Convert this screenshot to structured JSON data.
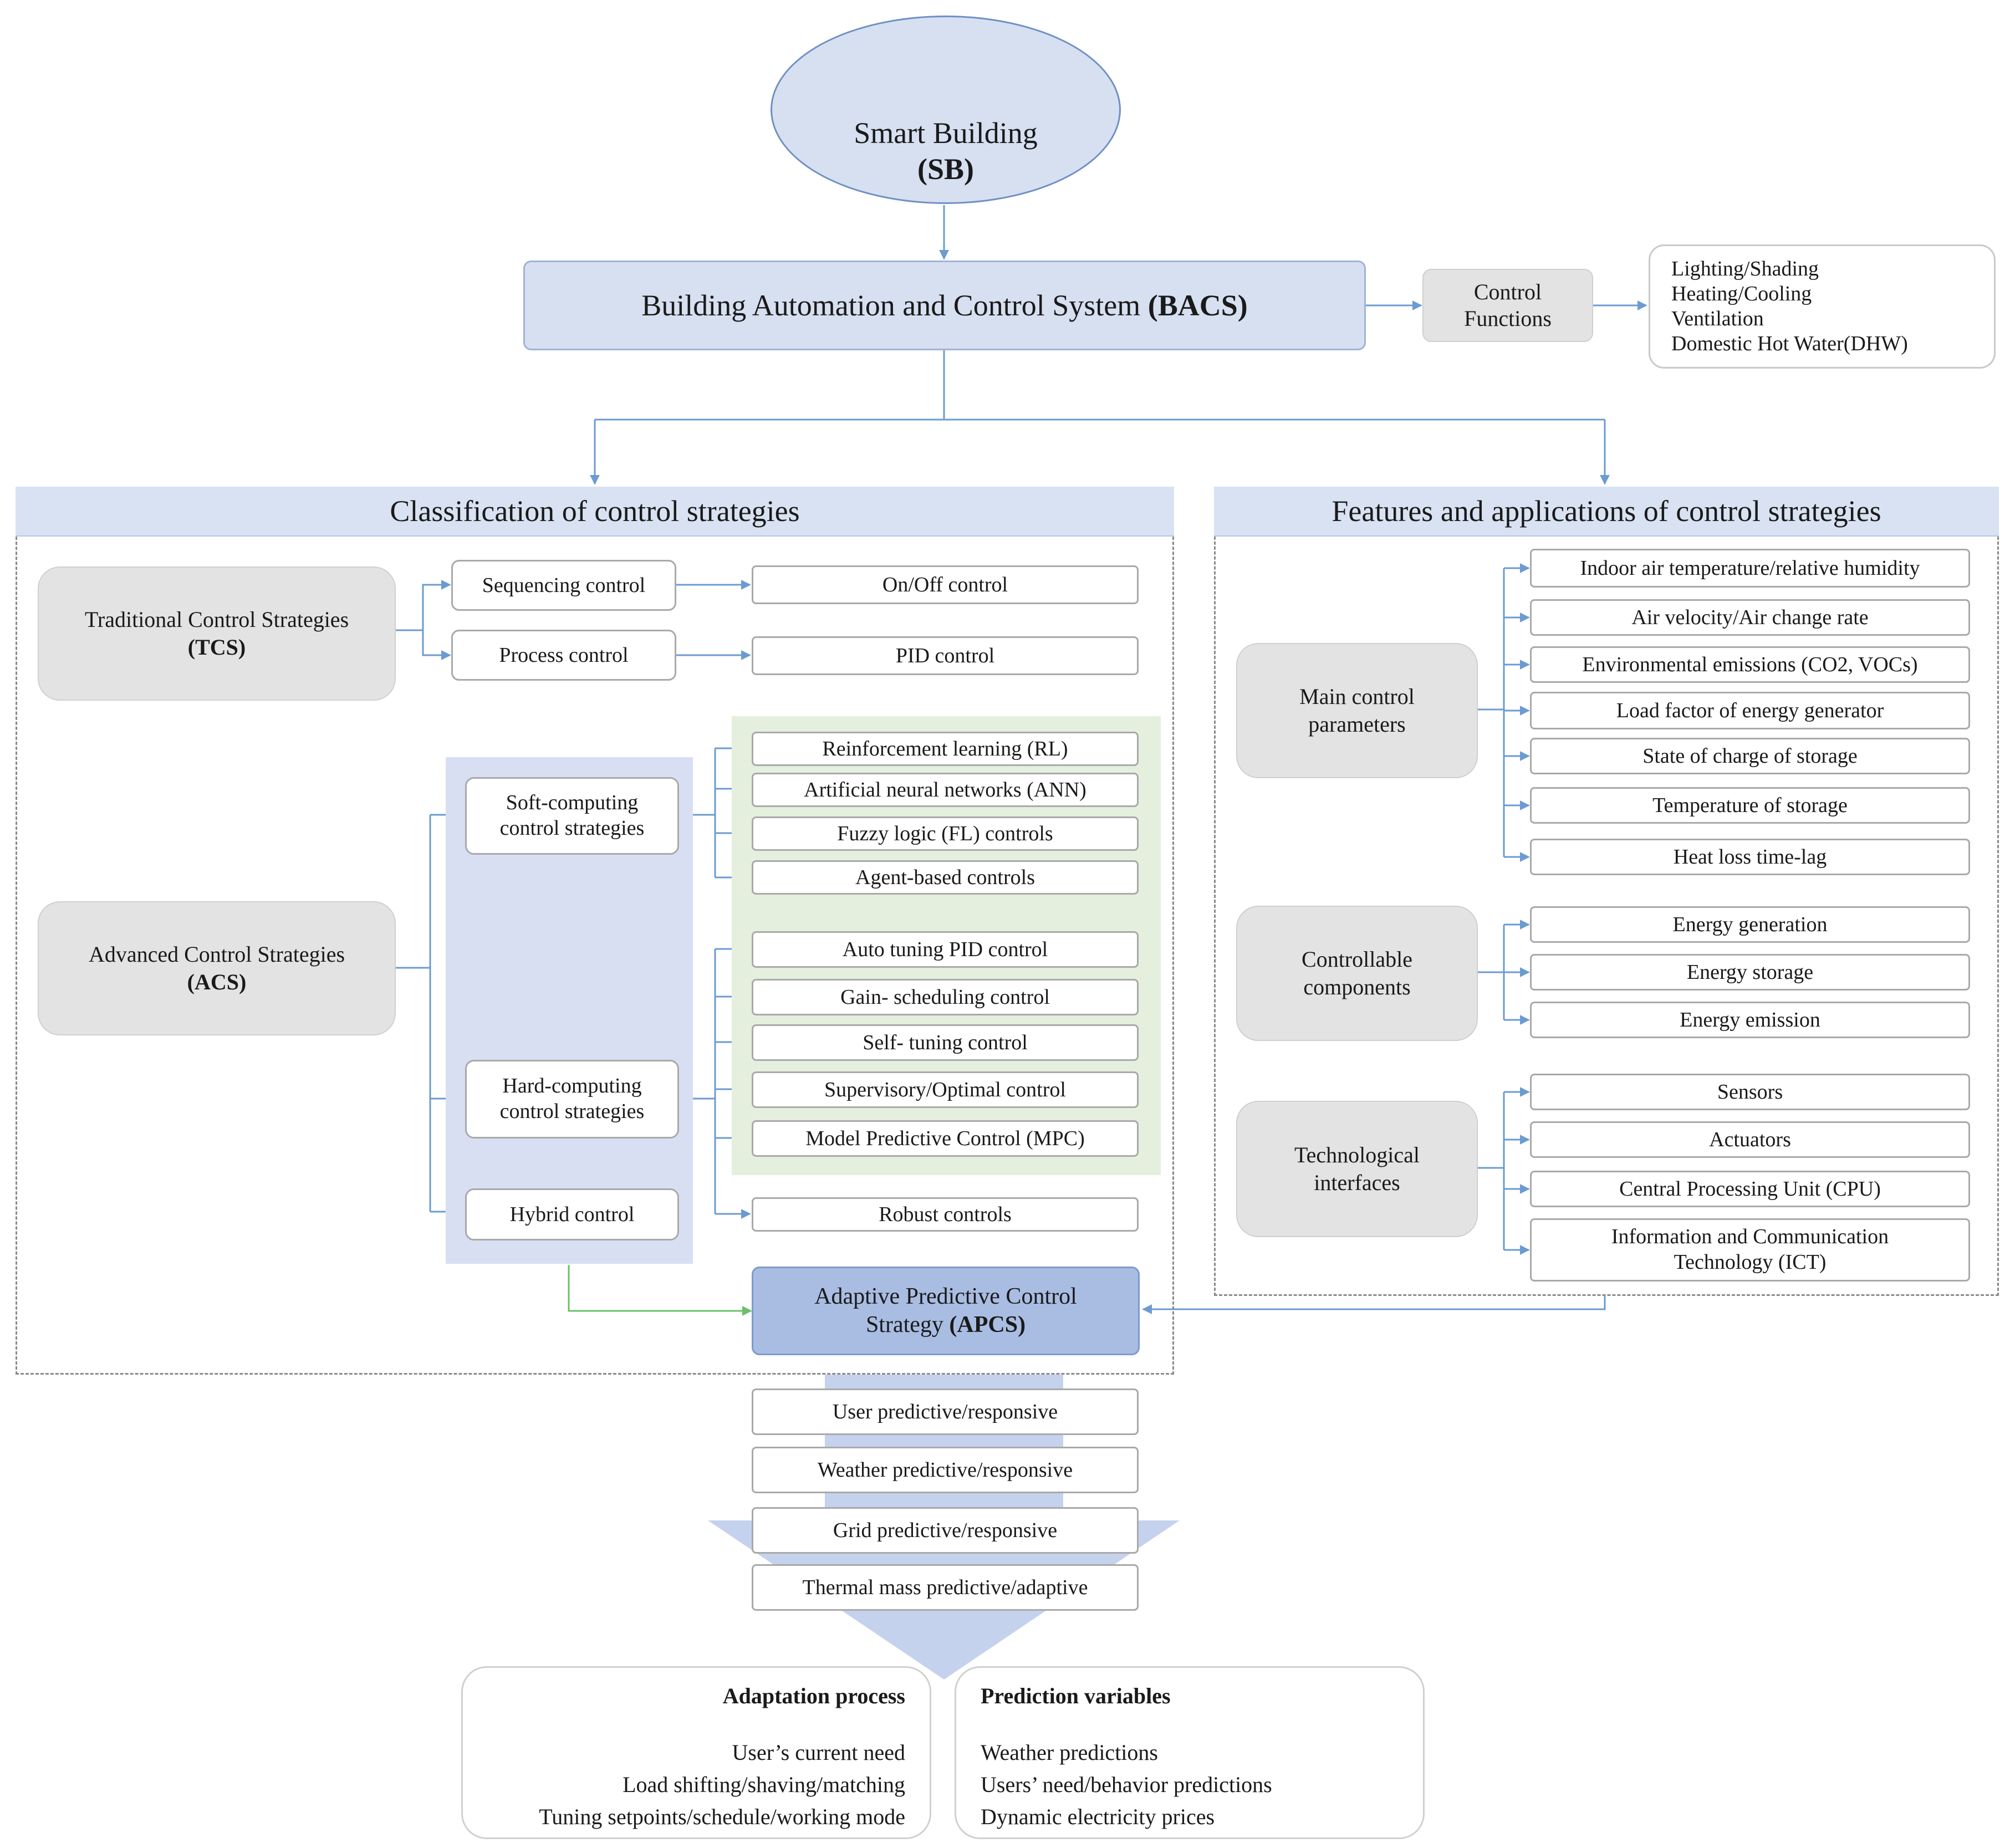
{
  "top": {
    "title": "Smart Building",
    "abbr": "(SB)",
    "icon": "smart-building-icon"
  },
  "bacs": {
    "title": "Building Automation and Control System",
    "abbr": "(BACS)",
    "control_functions_label_1": "Control",
    "control_functions_label_2": "Functions",
    "functions": [
      "Lighting/Shading",
      "Heating/Cooling",
      "Ventilation",
      "Domestic Hot Water(DHW)"
    ]
  },
  "classification": {
    "title": "Classification of control strategies",
    "tcs": {
      "label": "Traditional Control Strategies",
      "abbr": "(TCS)"
    },
    "acs": {
      "label": "Advanced Control Strategies",
      "abbr": "(ACS)"
    },
    "sequencing": "Sequencing control",
    "process": "Process control",
    "onoff": "On/Off control",
    "pid": "PID control",
    "soft": {
      "line1": "Soft-computing",
      "line2": "control strategies"
    },
    "hard": {
      "line1": "Hard-computing",
      "line2": "control strategies"
    },
    "hybrid": "Hybrid control",
    "soft_items": [
      "Reinforcement learning (RL)",
      "Artificial neural networks (ANN)",
      "Fuzzy logic (FL) controls",
      "Agent-based controls"
    ],
    "hard_items": [
      "Auto tuning PID control",
      "Gain- scheduling control",
      "Self- tuning control",
      "Supervisory/Optimal control",
      "Model Predictive Control (MPC)"
    ],
    "robust": "Robust controls",
    "apcs": {
      "line1": "Adaptive Predictive Control",
      "line2": "Strategy",
      "abbr": "(APCS)"
    }
  },
  "features": {
    "title": "Features and applications of control strategies",
    "main_params": {
      "line1": "Main control",
      "line2": "parameters"
    },
    "params": [
      "Indoor air temperature/relative humidity",
      "Air velocity/Air change rate",
      "Environmental emissions (CO2, VOCs)",
      "Load factor of energy generator",
      "State of charge of storage",
      "Temperature of storage",
      "Heat loss time-lag"
    ],
    "controllable": {
      "line1": "Controllable",
      "line2": "components"
    },
    "components": [
      "Energy generation",
      "Energy storage",
      "Energy emission"
    ],
    "tech": {
      "line1": "Technological",
      "line2": "interfaces"
    },
    "interfaces": [
      "Sensors",
      "Actuators",
      "Central Processing Unit (CPU)"
    ],
    "ict": {
      "line1": "Information and Communication",
      "line2": "Technology (ICT)"
    }
  },
  "predictive": [
    "User predictive/responsive",
    "Weather predictive/responsive",
    "Grid predictive/responsive",
    "Thermal mass predictive/adaptive"
  ],
  "adaptation": {
    "title": "Adaptation process",
    "items": [
      "User’s current need",
      "Load shifting/shaving/matching",
      "Tuning setpoints/schedule/working mode"
    ]
  },
  "prediction": {
    "title": "Prediction variables",
    "items": [
      "Weather predictions",
      "Users’ need/behavior predictions",
      "Dynamic electricity  prices"
    ]
  },
  "colors": {
    "accent_blue": "#d6e0f1",
    "apcs_blue": "#a9bde3",
    "green_panel": "#e4efdd",
    "lavender_panel": "#d9dff3",
    "connector_blue": "#6b9bd1",
    "connector_green": "#6cbf6c"
  }
}
